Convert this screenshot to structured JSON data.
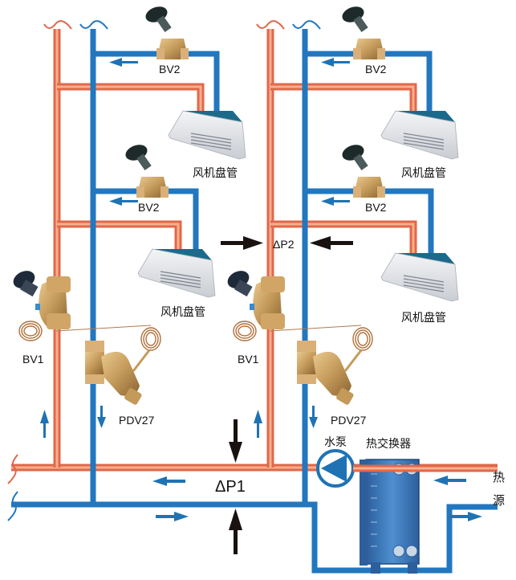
{
  "title": "Heating system hydraulic balancing diagram",
  "colors": {
    "supply_pipe": "#e2674a",
    "supply_core": "#f6b08e",
    "return_pipe": "#2277bf",
    "flow_arrow": "#1f73b4",
    "dp_arrow": "#1a1111",
    "brass": "#c49a5a",
    "fan_coil_top": "#1b6a8c",
    "heat_exchanger": "#3f7fc0"
  },
  "labels": {
    "bv2_left_top": "BV2",
    "bv2_left_mid": "BV2",
    "bv2_right_top": "BV2",
    "bv2_right_mid": "BV2",
    "fan_coil_left_top": "风机盘管",
    "fan_coil_left_mid": "风机盘管",
    "fan_coil_right_top": "风机盘管",
    "fan_coil_right_mid": "风机盘管",
    "bv1_left": "BV1",
    "bv1_right": "BV1",
    "pdv_left": "PDV27",
    "pdv_right": "PDV27",
    "dp1": "ΔP1",
    "dp2": "ΔP2",
    "pump": "水泵",
    "heat_exchanger": "热交换器",
    "heat_source_1": "热",
    "heat_source_2": "源"
  },
  "components": [
    {
      "id": "BV2",
      "type": "balancing valve",
      "count": 4
    },
    {
      "id": "BV1",
      "type": "balancing valve",
      "count": 2
    },
    {
      "id": "PDV27",
      "type": "differential pressure control valve",
      "count": 2
    },
    {
      "id": "风机盘管",
      "type": "fan coil unit",
      "count": 4
    },
    {
      "id": "水泵",
      "type": "pump",
      "count": 1
    },
    {
      "id": "热交换器",
      "type": "plate heat exchanger",
      "count": 1
    }
  ]
}
